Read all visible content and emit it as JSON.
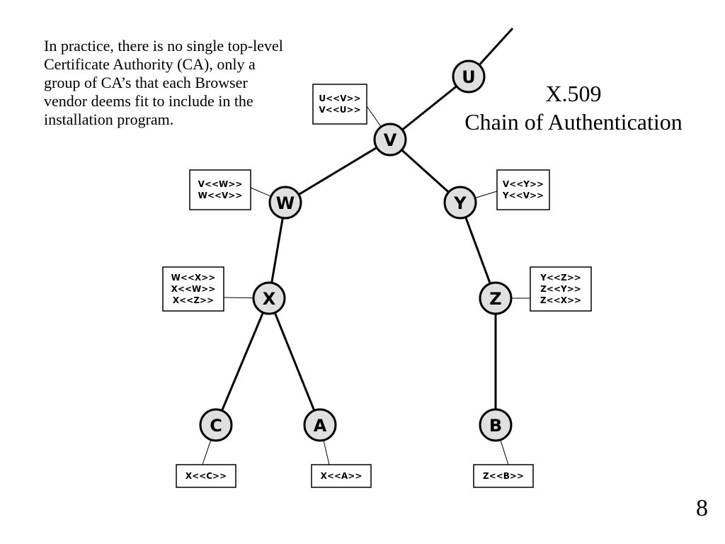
{
  "slide": {
    "note": "In practice, there is no single top-level Certificate Authority (CA), only a group of CA’s that each Browser vendor deems fit to include in the installation program.",
    "title_line1": "X.509",
    "title_line2": "Chain of Authentication",
    "page_number": "8"
  },
  "diagram": {
    "nodes": [
      {
        "id": "U",
        "label": "U"
      },
      {
        "id": "V",
        "label": "V"
      },
      {
        "id": "W",
        "label": "W"
      },
      {
        "id": "Y",
        "label": "Y"
      },
      {
        "id": "X",
        "label": "X"
      },
      {
        "id": "Z",
        "label": "Z"
      },
      {
        "id": "C",
        "label": "C"
      },
      {
        "id": "A",
        "label": "A"
      },
      {
        "id": "B",
        "label": "B"
      }
    ],
    "edges": [
      [
        "U",
        "V"
      ],
      [
        "V",
        "W"
      ],
      [
        "V",
        "Y"
      ],
      [
        "W",
        "X"
      ],
      [
        "Y",
        "Z"
      ],
      [
        "X",
        "C"
      ],
      [
        "X",
        "A"
      ],
      [
        "Z",
        "B"
      ]
    ],
    "certificate_boxes": [
      {
        "node": "V",
        "lines": [
          "U<<V>>",
          "V<<U>>"
        ]
      },
      {
        "node": "W",
        "lines": [
          "V<<W>>",
          "W<<V>>"
        ]
      },
      {
        "node": "Y",
        "lines": [
          "V<<Y>>",
          "Y<<V>>"
        ]
      },
      {
        "node": "X",
        "lines": [
          "W<<X>>",
          "X<<W>>",
          "X<<Z>>"
        ]
      },
      {
        "node": "Z",
        "lines": [
          "Y<<Z>>",
          "Z<<Y>>",
          "Z<<X>>"
        ]
      },
      {
        "node": "C",
        "lines": [
          "X<<C>>"
        ]
      },
      {
        "node": "A",
        "lines": [
          "X<<A>>"
        ]
      },
      {
        "node": "B",
        "lines": [
          "Z<<B>>"
        ]
      }
    ]
  }
}
